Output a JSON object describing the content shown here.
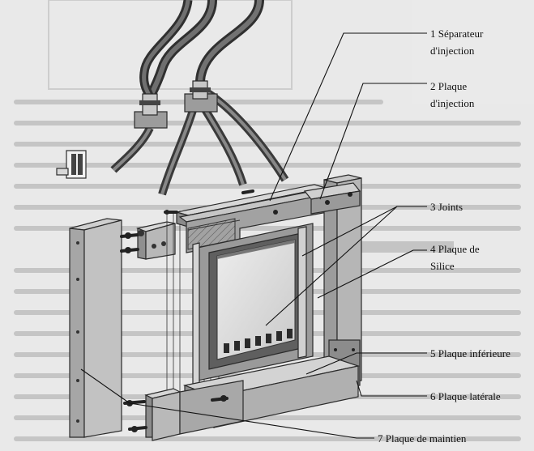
{
  "labels": {
    "p1": {
      "line1": "1 Séparateur",
      "line2": "d'injection"
    },
    "p2": {
      "line1": "2 Plaque",
      "line2": "d'injection"
    },
    "p3": {
      "line1": "3 Joints"
    },
    "p4": {
      "line1": "4 Plaque de",
      "line2": "Silice"
    },
    "p5": {
      "line1": "5 Plaque inférieure"
    },
    "p6": {
      "line1": "6 Plaque latérale"
    },
    "p7": {
      "line1": "7 Plaque de maintien"
    }
  },
  "colors": {
    "paper": "#e9e9e9",
    "metal_light": "#cfcfcf",
    "metal_mid": "#a9a9a9",
    "metal_dark": "#7a7a7a",
    "ink": "#111111"
  }
}
